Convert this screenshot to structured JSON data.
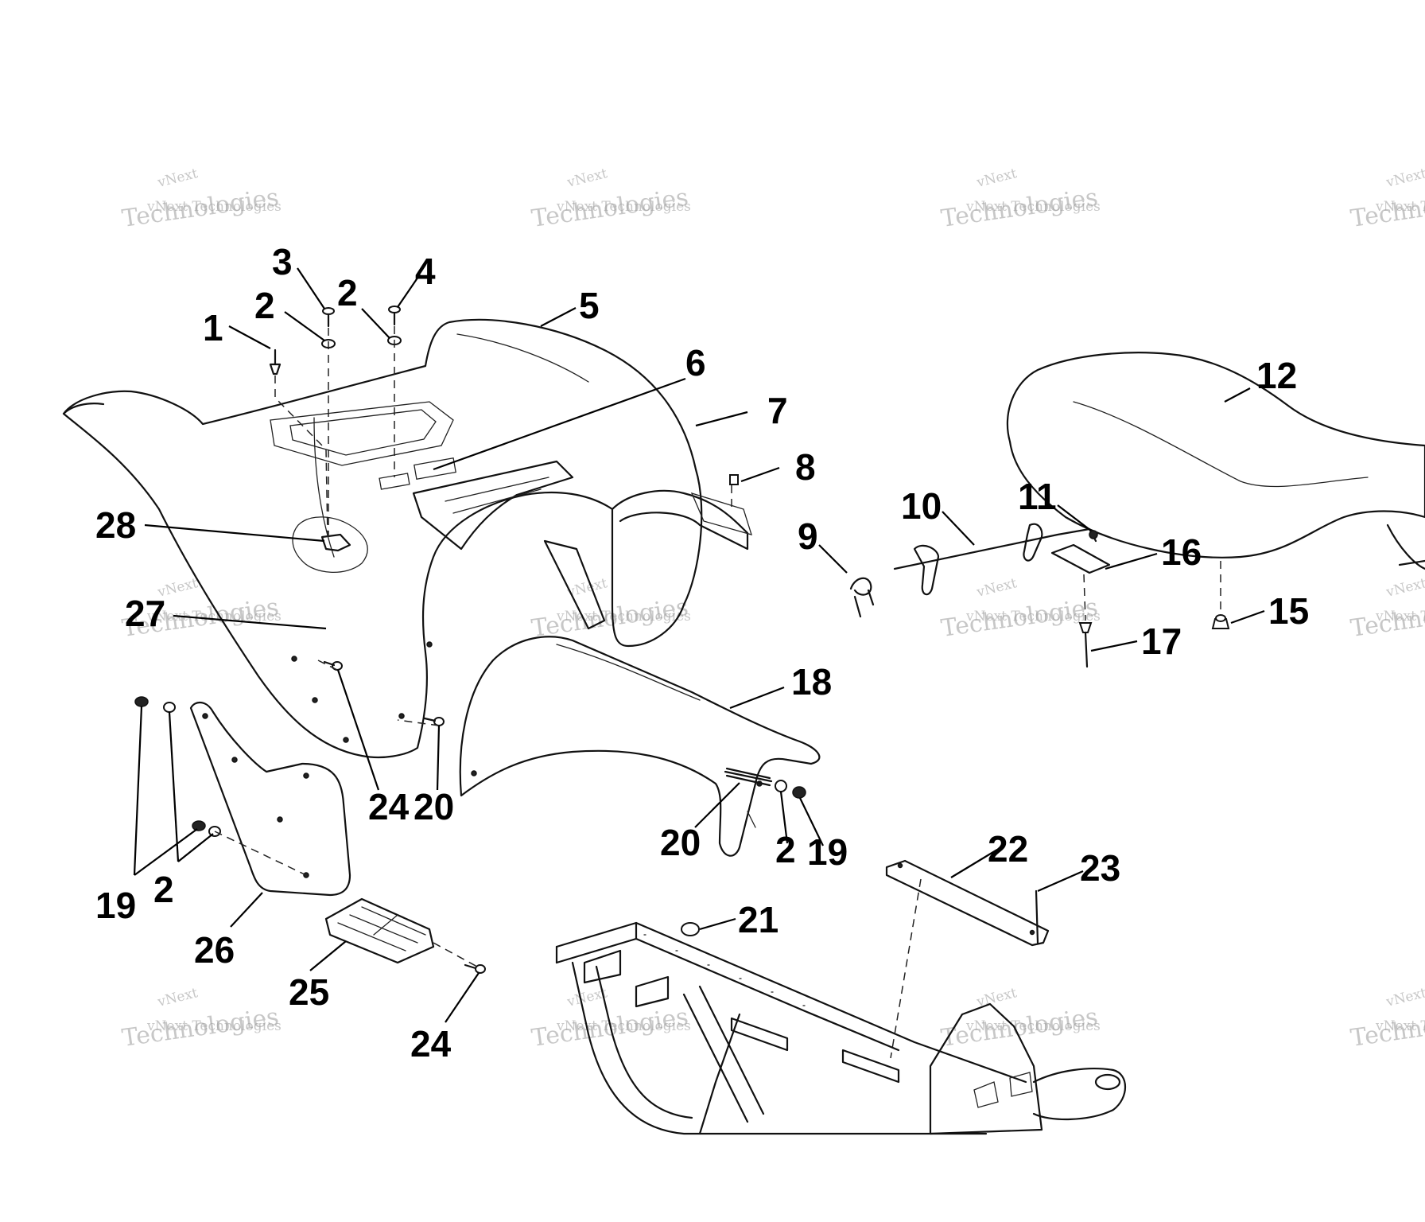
{
  "watermark": {
    "line1": "vNext",
    "line2": "vNext Technologies",
    "line3": "Technologies"
  },
  "callouts": [
    "1",
    "2",
    "3",
    "2",
    "4",
    "5",
    "6",
    "7",
    "8",
    "9",
    "10",
    "11",
    "12",
    "16",
    "15",
    "17",
    "18",
    "28",
    "27",
    "24",
    "20",
    "20",
    "2",
    "19",
    "22",
    "23",
    "21",
    "19",
    "2",
    "26",
    "25",
    "24"
  ]
}
